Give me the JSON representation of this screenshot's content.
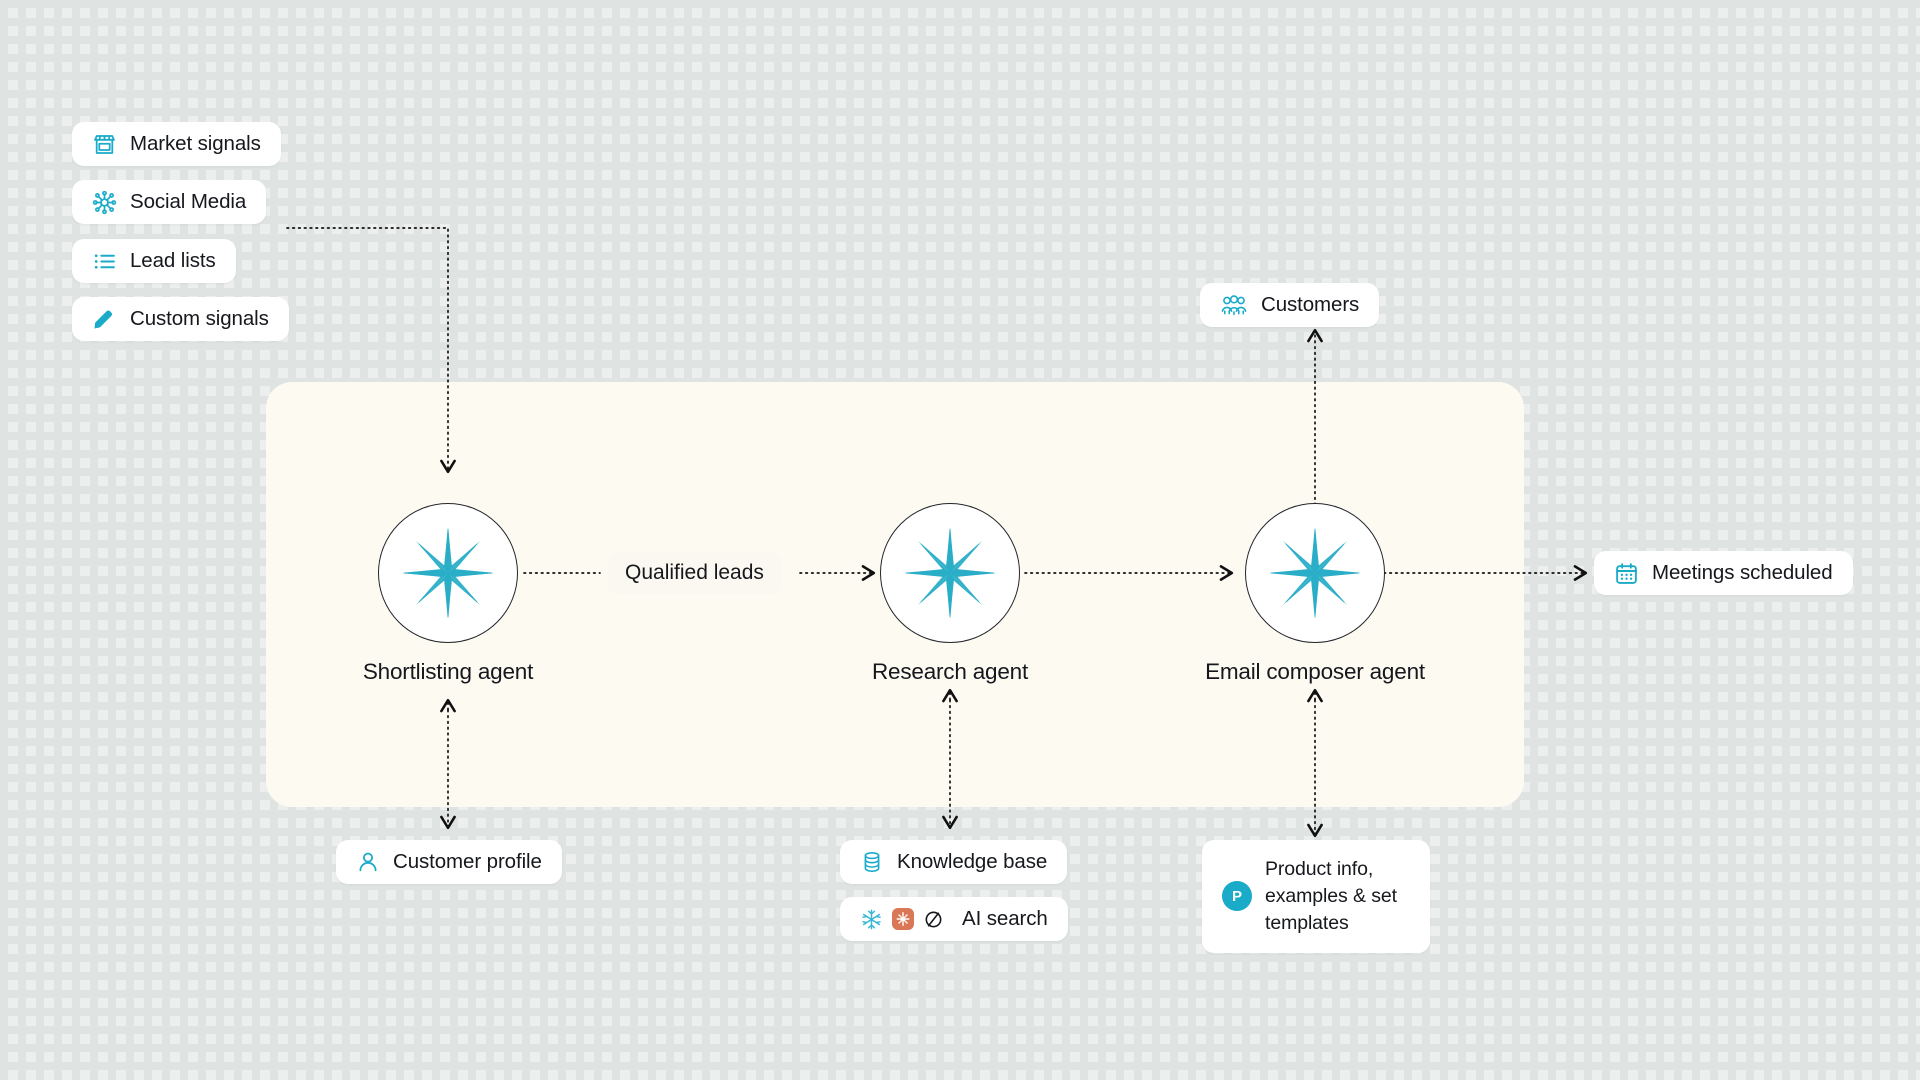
{
  "canvas": {
    "background_color": "#edefee",
    "panel_color": "#fdfaf2",
    "accent_color": "#1aabc9",
    "orange_color": "#d97757",
    "text_color": "#16181d"
  },
  "inputs": {
    "cards": [
      {
        "label": "Market signals",
        "icon": "storefront-icon"
      },
      {
        "label": "Social Media",
        "icon": "network-hub-icon"
      },
      {
        "label": "Lead lists",
        "icon": "list-icon"
      },
      {
        "label": "Custom signals",
        "icon": "pencil-icon"
      }
    ]
  },
  "agents": [
    {
      "name": "Shortlisting agent",
      "icon": "compass-star-icon"
    },
    {
      "name": "Research agent",
      "icon": "compass-star-icon"
    },
    {
      "name": "Email composer agent",
      "icon": "compass-star-icon"
    }
  ],
  "flow": {
    "qualified_leads_label": "Qualified leads"
  },
  "outputs": {
    "customers": {
      "label": "Customers",
      "icon": "people-group-icon"
    },
    "meetings": {
      "label": "Meetings scheduled",
      "icon": "calendar-icon"
    }
  },
  "resources": {
    "customer_profile": {
      "label": "Customer profile",
      "icon": "person-icon"
    },
    "knowledge_base": {
      "label": "Knowledge base",
      "icon": "database-icon"
    },
    "ai_search": {
      "label": "AI search",
      "icons": [
        "snowflake-icon",
        "burst-icon",
        "circle-slash-icon"
      ]
    },
    "product_info": {
      "label": "Product info, examples & set templates",
      "icon": "p-badge-icon"
    }
  }
}
